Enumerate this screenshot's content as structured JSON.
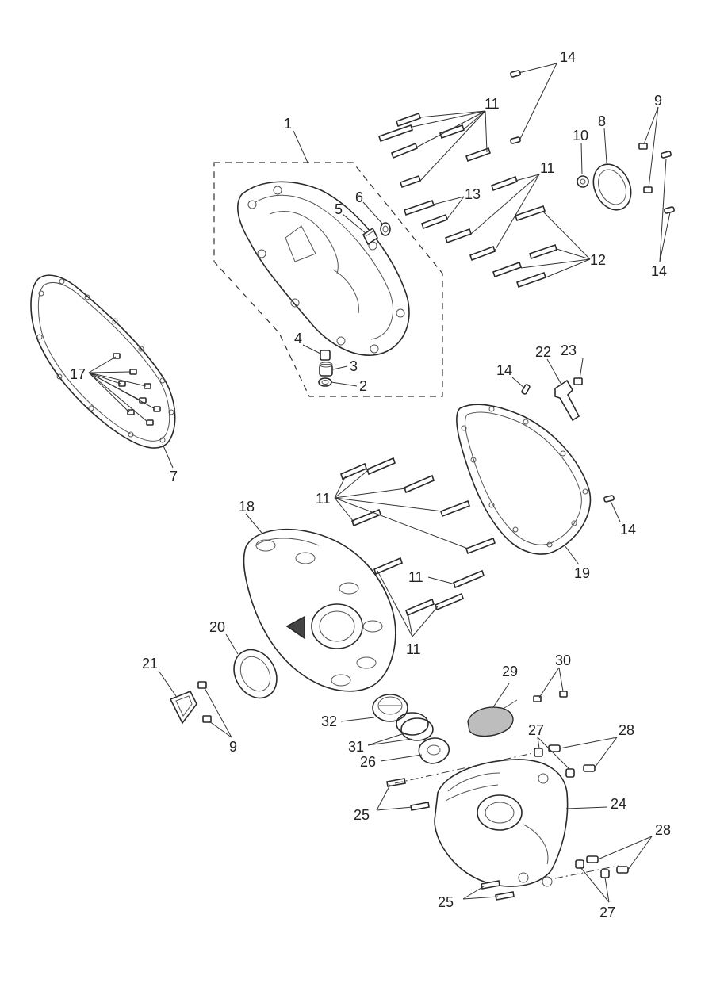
{
  "callouts": [
    "1",
    "2",
    "3",
    "4",
    "5",
    "6",
    "7",
    "8",
    "9",
    "9",
    "10",
    "11",
    "11",
    "11",
    "11",
    "11",
    "12",
    "13",
    "14",
    "14",
    "14",
    "14",
    "17",
    "18",
    "19",
    "20",
    "21",
    "22",
    "23",
    "24",
    "25",
    "25",
    "26",
    "27",
    "27",
    "28",
    "28",
    "29",
    "30",
    "31",
    "32"
  ]
}
